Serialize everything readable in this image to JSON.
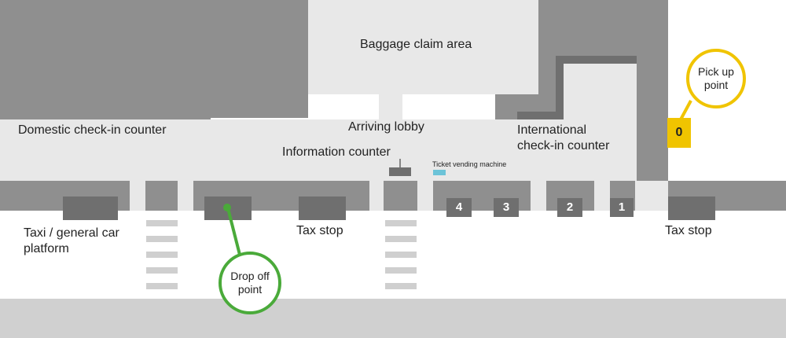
{
  "labels": {
    "baggage_claim": "Baggage claim area",
    "domestic_checkin": "Domestic check-in counter",
    "arriving_lobby": "Arriving lobby",
    "international_checkin": "International\ncheck-in counter",
    "information_counter": "Information counter",
    "ticket_vending": "Ticket vending machine",
    "taxi_platform": "Taxi / general car\nplatform",
    "tax_stop_1": "Tax stop",
    "tax_stop_2": "Tax stop",
    "pick_up_point": "Pick up\npoint",
    "drop_off_point": "Drop off\npoint"
  },
  "stops": [
    {
      "id": "stop-4",
      "label": "4"
    },
    {
      "id": "stop-3",
      "label": "3"
    },
    {
      "id": "stop-2",
      "label": "2"
    },
    {
      "id": "stop-1",
      "label": "1"
    },
    {
      "id": "stop-0",
      "label": "0"
    }
  ],
  "colors": {
    "building": "#8f8f8f",
    "floor": "#e8e8e8",
    "bay": "#6f6f6f",
    "pick_up": "#f0c400",
    "drop_off": "#4aaa3a",
    "ticket_machine": "#6cc3d8",
    "road": "#d0d0d0"
  }
}
